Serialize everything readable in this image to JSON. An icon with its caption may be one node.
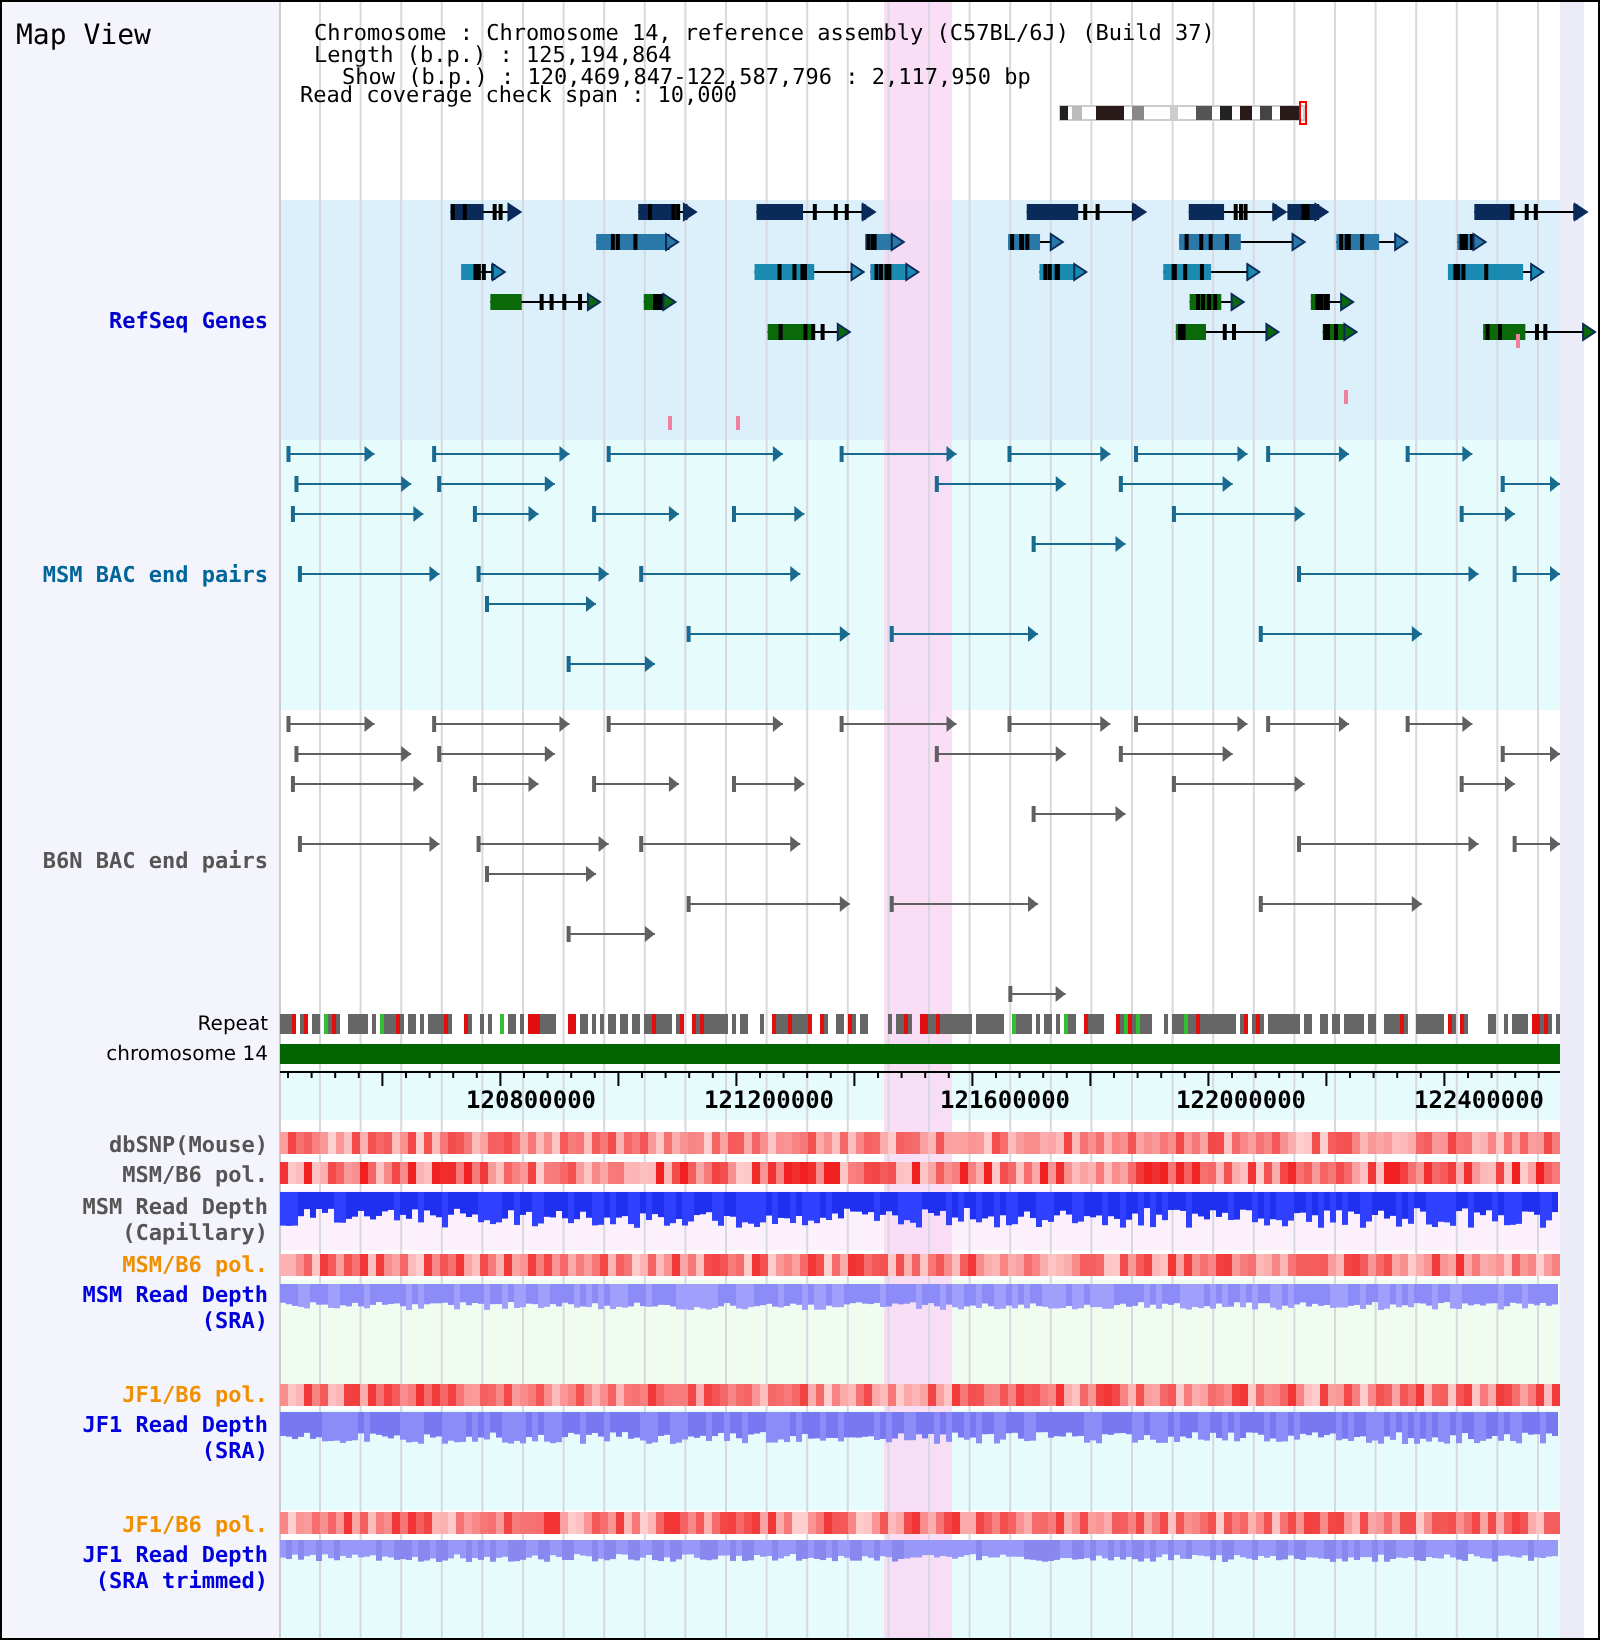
{
  "diagram": {
    "title": "Map View",
    "labels": [
      "Chromosome : Chromosome 14, reference assembly (C57BL/6J) (Build 37)",
      "Length (b.p.) : 125,194,864",
      "Show (b.p.) : 120,469,847-122,587,796 : 2,117,950 bp",
      "Read coverage check span : 10,000",
      "RefSeq Genes",
      "MSM BAC end pairs",
      "B6N BAC end pairs",
      "Repeat",
      "chromosome 14",
      "120800000",
      "121200000",
      "121600000",
      "122000000",
      "122400000",
      "dbSNP(Mouse)",
      "MSM/B6 pol.",
      "MSM Read Depth (Capillary)",
      "MSM/B6 pol.",
      "MSM Read Depth (SRA)",
      "JF1/B6 pol.",
      "JF1 Read Depth (SRA)",
      "JF1/B6 pol.",
      "JF1 Read Depth (SRA trimmed)"
    ]
  }
}
